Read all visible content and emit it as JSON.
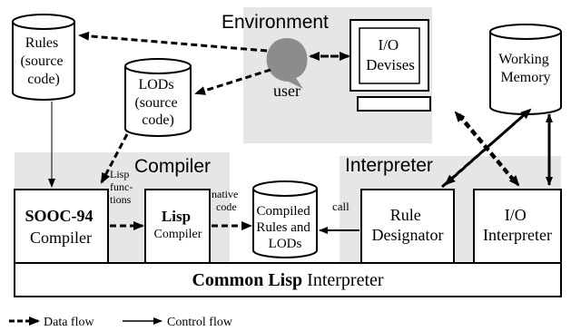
{
  "regions": {
    "environment": "Environment",
    "compiler": "Compiler",
    "interpreter": "Interpreter"
  },
  "nodes": {
    "rules_db": [
      "Rules",
      "(source",
      "code)"
    ],
    "lods_db": [
      "LODs",
      "(source",
      "code)"
    ],
    "user": "user",
    "io_devices": [
      "I/O",
      "Devises"
    ],
    "working_memory": [
      "Working",
      "Memory"
    ],
    "sooc_compiler": [
      "SOOC-94",
      "Compiler"
    ],
    "lisp_compiler": [
      "Lisp",
      "Compiler"
    ],
    "compiled_db": [
      "Compiled",
      "Rules and",
      "LODs"
    ],
    "rule_designator": [
      "Rule",
      "Designator"
    ],
    "io_interpreter": [
      "I/O",
      "Interpreter"
    ],
    "common_lisp_bold": "Common Lisp",
    "common_lisp_rest": "Interpreter"
  },
  "edge_labels": {
    "lisp_functions": [
      "Lisp",
      "func-",
      "tions"
    ],
    "native_code": [
      "native",
      "code"
    ],
    "call": "call"
  },
  "legend": {
    "data_flow": "Data flow",
    "control_flow": "Control flow"
  }
}
